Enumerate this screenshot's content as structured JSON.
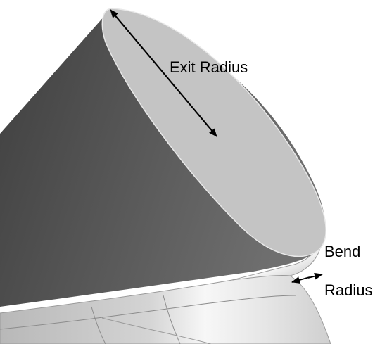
{
  "labels": {
    "exit_radius": "Exit Radius",
    "bend": "Bend",
    "radius": "Radius"
  },
  "colors": {
    "cone_dark": "#4b4b4b",
    "cone_light": "#6e6e6e",
    "exit_face": "#c4c4c4",
    "surface_light": "#f4f4f4",
    "surface_mid": "#c8c8c8",
    "arrow": "#000000"
  }
}
